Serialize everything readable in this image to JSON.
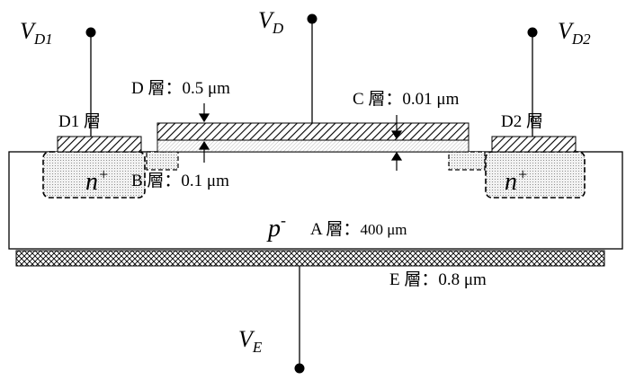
{
  "terminals": {
    "vd1": {
      "main": "V",
      "sub": "D1"
    },
    "vd": {
      "main": "V",
      "sub": "D"
    },
    "vd2": {
      "main": "V",
      "sub": "D2"
    },
    "ve": {
      "main": "V",
      "sub": "E"
    }
  },
  "labels": {
    "d1_layer": "D1 層",
    "d2_layer": "D2 層",
    "d_layer": "D 層：0.5 μm",
    "c_layer": "C 層：0.01 μm",
    "b_layer": "B 層：0.1 μm",
    "a_layer": "A 層：",
    "a_thickness": "400 μm",
    "e_layer": "E 層：0.8 μm",
    "p_region": "p",
    "p_sup": "-",
    "n_region_left": "n",
    "n_region_right": "n",
    "n_sup": "+"
  },
  "colors": {
    "stroke": "#000000",
    "background": "#ffffff",
    "dot_fill": "#d8d8d8"
  }
}
